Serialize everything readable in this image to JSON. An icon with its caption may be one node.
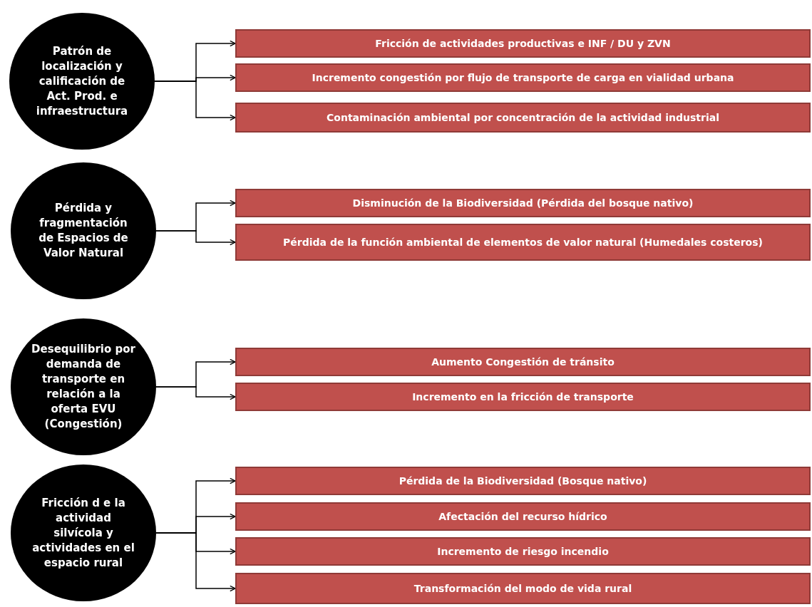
{
  "diagram": {
    "nodes": [
      {
        "text": [
          "Patrón de localización y calificación de Act. Prod. e infraestructura"
        ]
      },
      {
        "text": [
          "Fricción de actividades productivas e INF / DU y ZVN"
        ]
      },
      {
        "text": [
          "Incremento congestión por flujo de transporte de carga en vialidad urbana"
        ]
      },
      {
        "text": [
          "Contaminación ambiental por concentración de la actividad industrial"
        ]
      },
      {
        "text": [
          "Pérdida y fragmentación de Espacios de Valor Natural"
        ]
      },
      {
        "text": [
          "Disminución de la Biodiversidad (Pérdida del bosque nativo)"
        ]
      },
      {
        "text": [
          "Pérdida de la función ambiental de elementos de valor natural (Humedales costeros)"
        ]
      },
      {
        "text": [
          "Desequilibrio por demanda de transporte en relación a la oferta EVU (Congestión)"
        ]
      },
      {
        "text": [
          "Aumento Congestión de tránsito"
        ]
      },
      {
        "text": [
          "Incremento en la fricción de transporte"
        ]
      },
      {
        "text": [
          "Fricción d e la actividad silvícola y actividades en el espacio rural"
        ]
      },
      {
        "text": [
          "Pérdida de la Biodiversidad (Bosque nativo)"
        ]
      },
      {
        "text": [
          "Afectación del recurso hídrico"
        ]
      },
      {
        "text": [
          "Incremento de riesgo incendio"
        ]
      },
      {
        "text": [
          "Transformación del modo de vida rural"
        ]
      }
    ],
    "edges": [
      {
        "from": 0,
        "to": 1,
        "arrow": "to"
      },
      {
        "from": 0,
        "to": 2,
        "arrow": "to"
      },
      {
        "from": 0,
        "to": 3,
        "arrow": "to"
      },
      {
        "from": 4,
        "to": 5,
        "arrow": "to"
      },
      {
        "from": 4,
        "to": 6,
        "arrow": "to"
      },
      {
        "from": 7,
        "to": 8,
        "arrow": "to"
      },
      {
        "from": 7,
        "to": 9,
        "arrow": "to"
      },
      {
        "from": 10,
        "to": 11,
        "arrow": "to"
      },
      {
        "from": 10,
        "to": 12,
        "arrow": "to"
      },
      {
        "from": 10,
        "to": 13,
        "arrow": "to"
      },
      {
        "from": 10,
        "to": 14,
        "arrow": "to"
      }
    ]
  }
}
